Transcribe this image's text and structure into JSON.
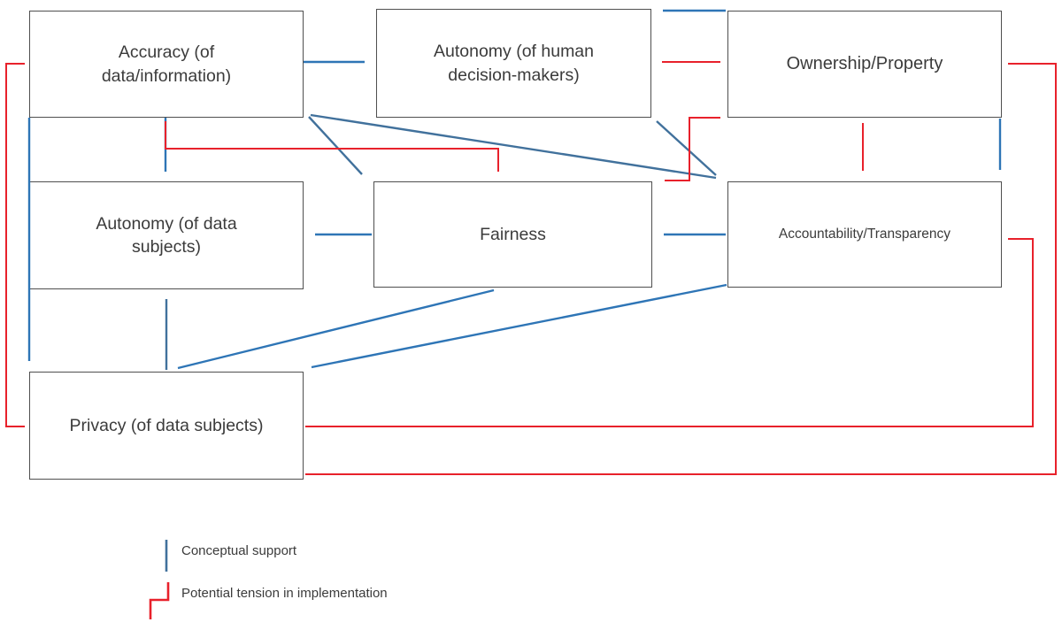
{
  "diagram": {
    "nodes": [
      {
        "id": "accuracy",
        "label": "Accuracy (of data/information)"
      },
      {
        "id": "autonomy-human",
        "label": "Autonomy (of human decision-makers)"
      },
      {
        "id": "ownership",
        "label": "Ownership/Property"
      },
      {
        "id": "autonomy-data",
        "label": "Autonomy (of data subjects)"
      },
      {
        "id": "fairness",
        "label": "Fairness"
      },
      {
        "id": "accountability",
        "label": "Accountability/Transparency"
      },
      {
        "id": "privacy",
        "label": "Privacy (of data subjects)"
      }
    ],
    "edges": [
      {
        "from": "accuracy",
        "to": "autonomy-human",
        "type": "conceptual-support",
        "bidirectional": false
      },
      {
        "from": "ownership",
        "to": "autonomy-human",
        "type": "conceptual-support",
        "bidirectional": false
      },
      {
        "from": "accuracy",
        "to": "autonomy-data",
        "type": "conceptual-support",
        "bidirectional": false
      },
      {
        "from": "accuracy",
        "to": "privacy",
        "type": "conceptual-support",
        "bidirectional": false
      },
      {
        "from": "privacy",
        "to": "autonomy-data",
        "type": "conceptual-support",
        "bidirectional": false
      },
      {
        "from": "fairness",
        "to": "autonomy-data",
        "type": "conceptual-support",
        "bidirectional": false
      },
      {
        "from": "accountability",
        "to": "fairness",
        "type": "conceptual-support",
        "bidirectional": false
      },
      {
        "from": "ownership",
        "to": "accountability",
        "type": "conceptual-support",
        "bidirectional": false
      },
      {
        "from": "accountability",
        "to": "privacy",
        "type": "conceptual-support",
        "bidirectional": false
      },
      {
        "from": "accuracy",
        "to": "fairness",
        "type": "conceptual-support",
        "bidirectional": true
      },
      {
        "from": "accuracy",
        "to": "accountability",
        "type": "conceptual-support",
        "bidirectional": true
      },
      {
        "from": "autonomy-human",
        "to": "accountability",
        "type": "conceptual-support",
        "bidirectional": true
      },
      {
        "from": "privacy",
        "to": "fairness",
        "type": "conceptual-support",
        "bidirectional": true
      },
      {
        "from": "accuracy",
        "to": "privacy",
        "type": "potential-tension",
        "bidirectional": true
      },
      {
        "from": "accuracy",
        "to": "fairness",
        "type": "potential-tension",
        "bidirectional": true
      },
      {
        "from": "autonomy-human",
        "to": "ownership",
        "type": "potential-tension",
        "bidirectional": true
      },
      {
        "from": "ownership",
        "to": "fairness",
        "type": "potential-tension",
        "bidirectional": true
      },
      {
        "from": "ownership",
        "to": "accountability",
        "type": "potential-tension",
        "bidirectional": true
      },
      {
        "from": "ownership",
        "to": "privacy",
        "type": "potential-tension",
        "bidirectional": true
      },
      {
        "from": "accountability",
        "to": "privacy",
        "type": "potential-tension",
        "bidirectional": true
      }
    ],
    "legend": [
      {
        "id": "support",
        "label": "Conceptual support"
      },
      {
        "id": "tension",
        "label": "Potential tension in implementation"
      }
    ],
    "colors": {
      "support_blue": "#2E75B6",
      "support_steel": "#41719C",
      "tension_red": "#E8212B",
      "box_border": "#4f4f4f",
      "text": "#3b3b3b"
    }
  }
}
